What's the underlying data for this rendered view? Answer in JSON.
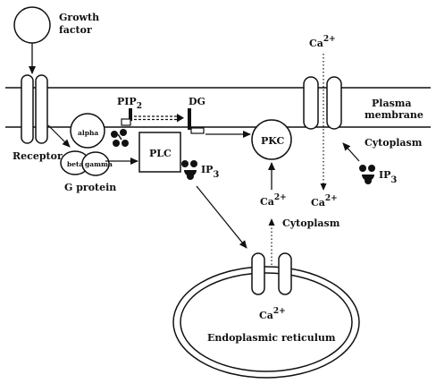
{
  "labels": {
    "growth_factor_line1": "Growth",
    "growth_factor_line2": "factor",
    "receptor": "Receptor",
    "alpha": "alpha",
    "beta": "beta",
    "gamma": "gamma",
    "g_protein": "G protein",
    "pip2": "PIP",
    "pip2_sub": "2",
    "plc": "PLC",
    "dg": "DG",
    "pkc": "PKC",
    "ip3": "IP",
    "ip3_sub": "3",
    "ca_top": "Ca",
    "ca_top_sup": "2+",
    "plasma_line1": "Plasma",
    "plasma_line2": "membrane",
    "cytoplasm_right": "Cytoplasm",
    "ip3_right": "IP",
    "ip3_right_sub": "3",
    "ca_bottom_right": "Ca",
    "ca_bottom_right_sup": "2+",
    "ca_mid": "Ca",
    "ca_mid_sup": "2+",
    "cytoplasm_mid": "Cytoplasm",
    "ca_er": "Ca",
    "ca_er_sup": "2+",
    "er": "Endoplasmic reticulum"
  },
  "colors": {
    "ink": "#111111",
    "background": "#ffffff"
  }
}
